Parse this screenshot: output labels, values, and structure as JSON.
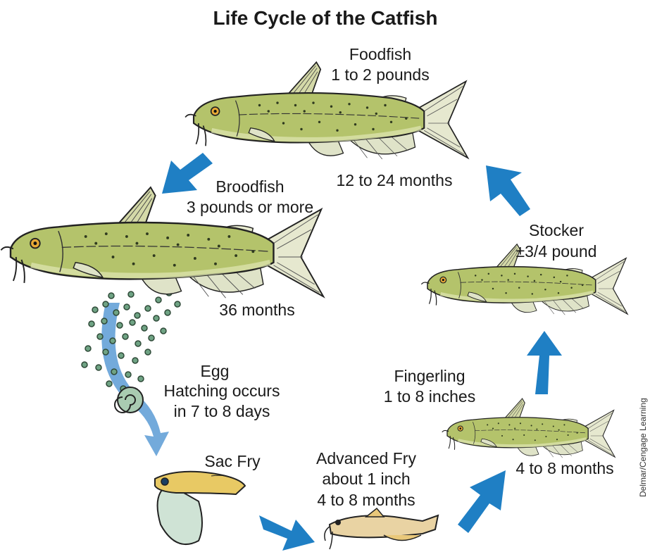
{
  "title": "Life Cycle of the Catfish",
  "stages": {
    "foodfish": {
      "name": "Foodfish",
      "size": "1 to 2 pounds",
      "age": "12 to 24 months"
    },
    "broodfish": {
      "name": "Broodfish",
      "size": "3 pounds or more",
      "age": "36 months"
    },
    "egg": {
      "name": "Egg",
      "line1": "Hatching occurs",
      "line2": "in 7 to 8 days"
    },
    "sac_fry": {
      "name": "Sac Fry"
    },
    "advanced_fry": {
      "name": "Advanced Fry",
      "size": "about 1 inch",
      "age": "4 to 8 months"
    },
    "fingerling": {
      "name": "Fingerling",
      "size": "1 to 8 inches",
      "age": "4 to 8 months"
    },
    "stocker": {
      "name": "Stocker",
      "size": "±3/4 pound"
    }
  },
  "credit": "Delmar/Cengage Learning",
  "colors": {
    "arrow": "#1f7fc4",
    "egg_arrow": "#5b9bd5",
    "fish_body": "#b4c36b",
    "fish_belly": "#dfe7b3",
    "egg": "#6fa384",
    "fry_body": "#e8c964"
  }
}
